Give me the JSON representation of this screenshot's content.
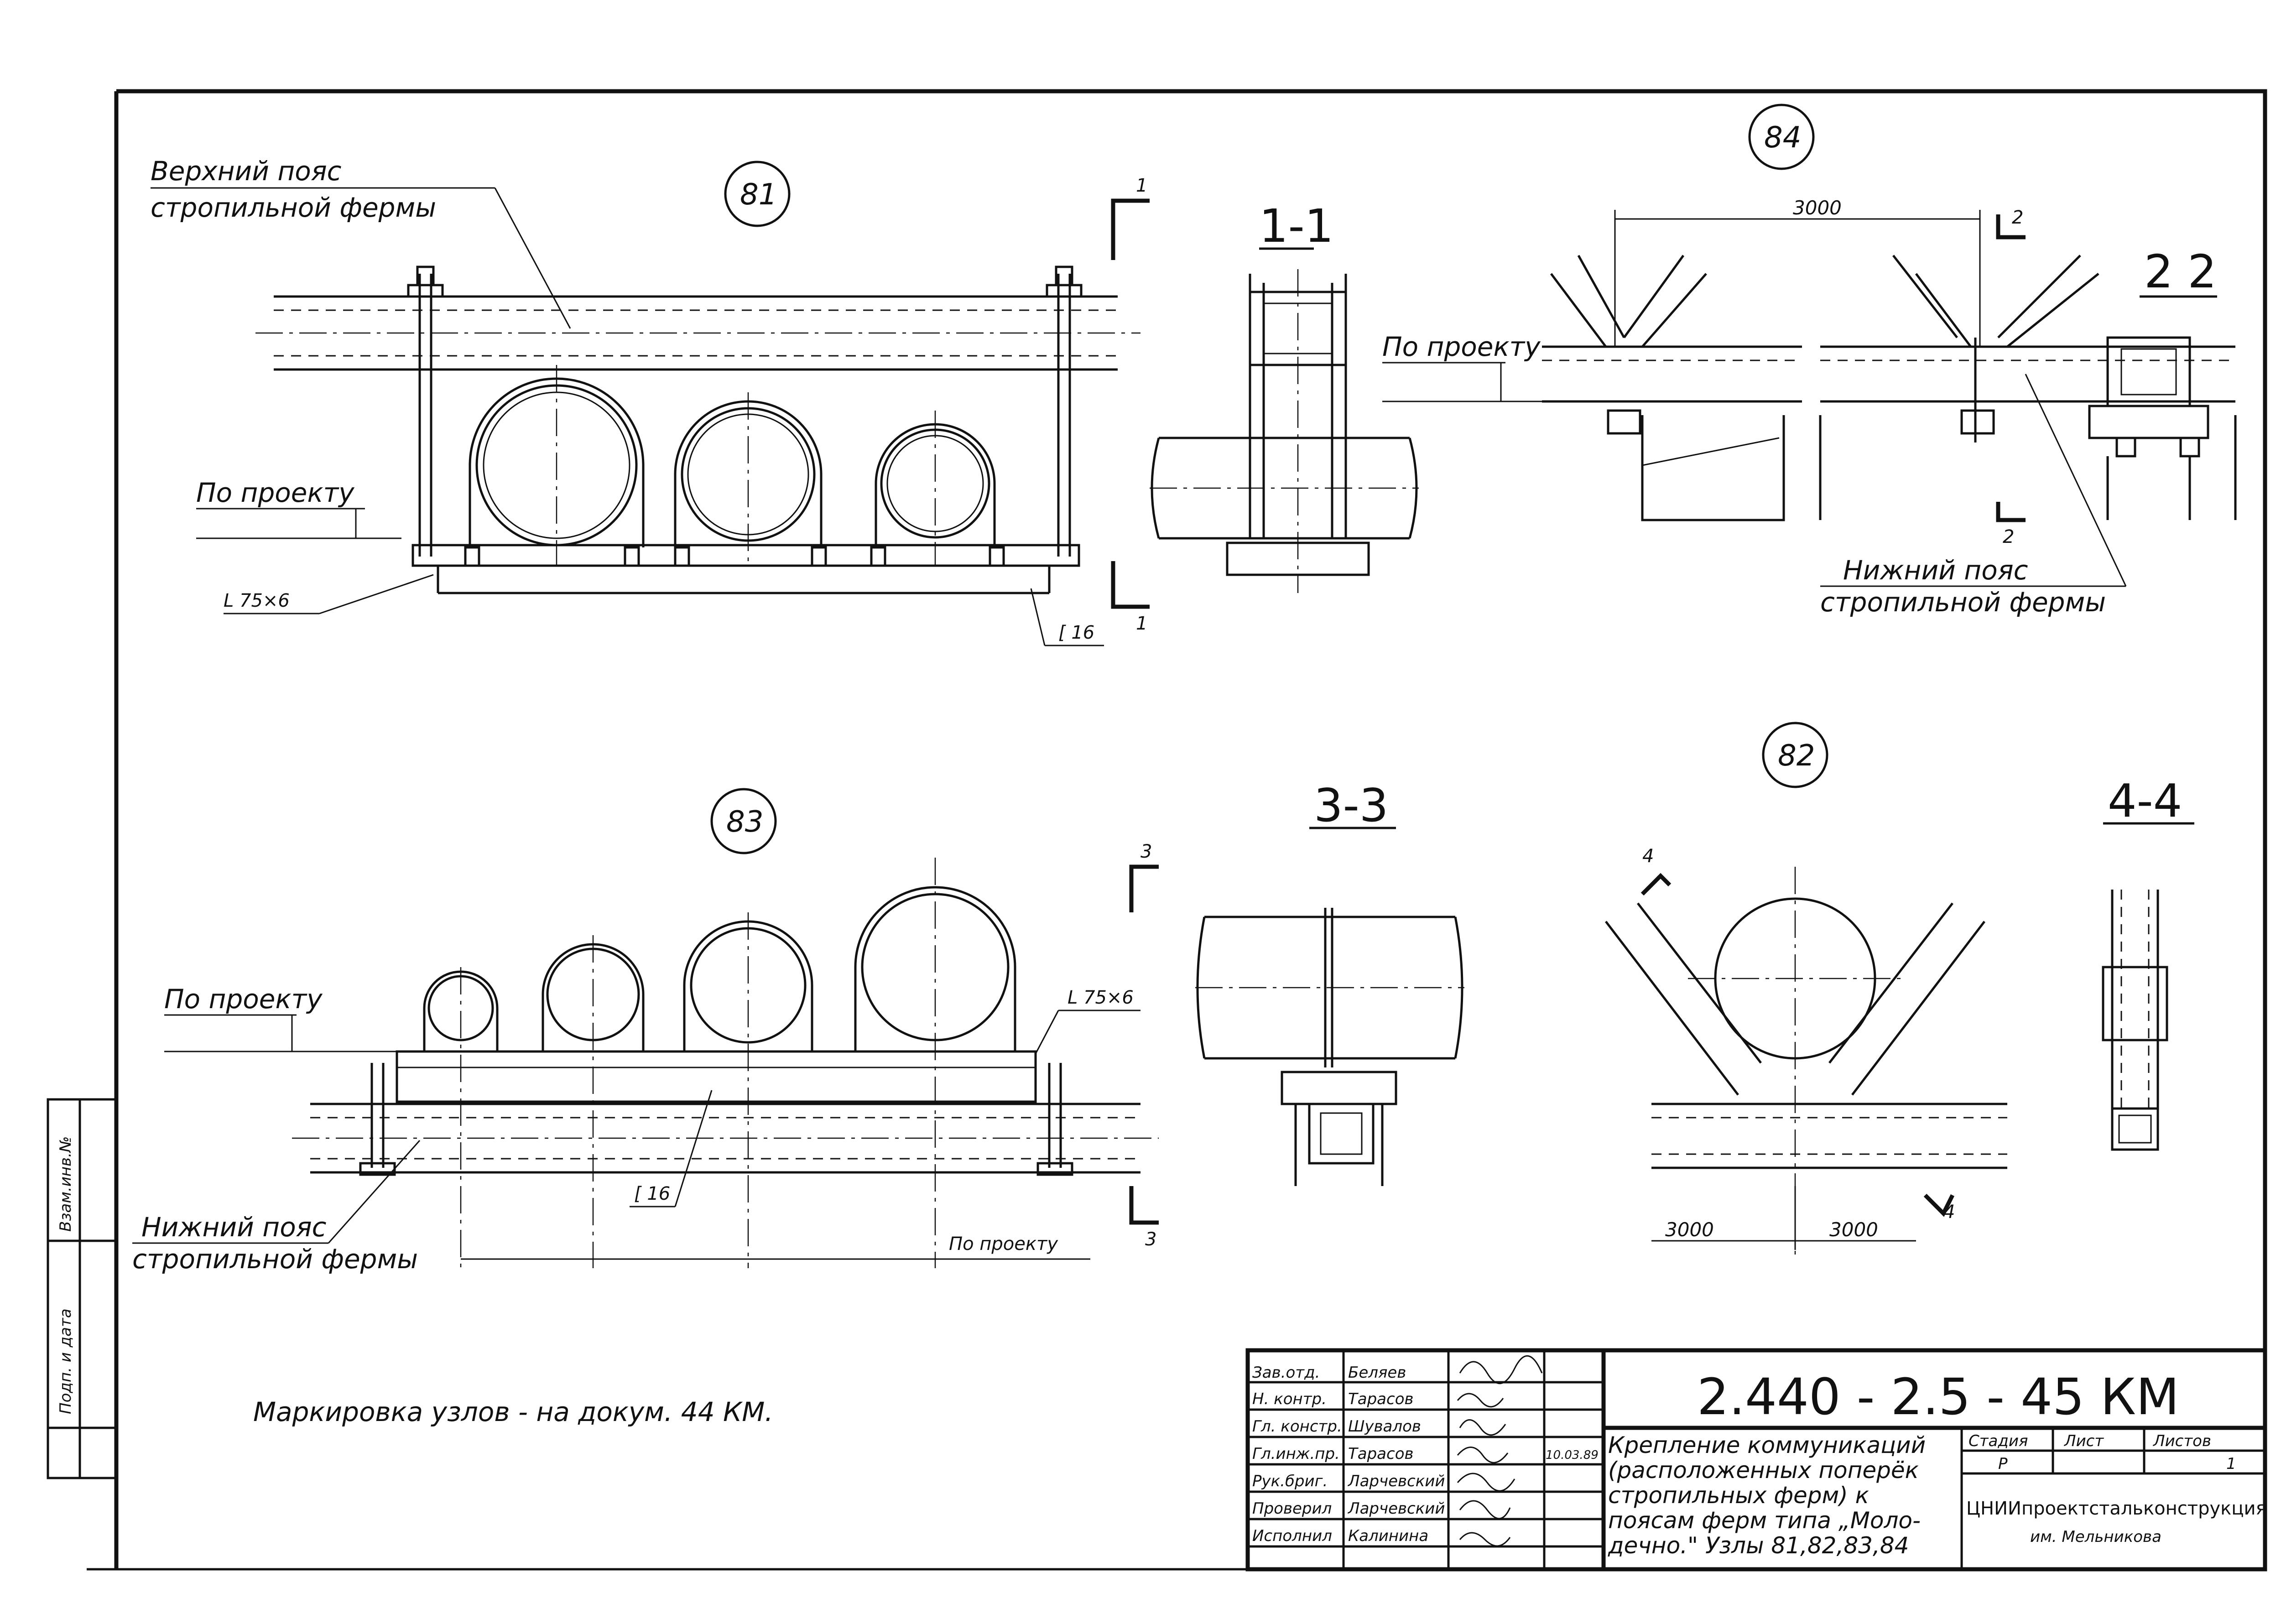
{
  "drawing": {
    "nodes": [
      "81",
      "82",
      "83",
      "84"
    ],
    "sections": {
      "s1": "1-1",
      "s2": "2 2",
      "s3": "3-3",
      "s4": "4-4"
    },
    "section_marks": {
      "m1": "1",
      "m2": "2",
      "m3": "3",
      "m4": "4"
    },
    "labels": {
      "top_chord_1": "Верхний пояс",
      "top_chord_2": "стропильной фермы",
      "bottom_chord_1": "Нижний пояс",
      "bottom_chord_2": "стропильной фермы",
      "per_project": "По проекту",
      "angle": "L 75×6",
      "channel": "[ 16",
      "dim_3000": "3000"
    },
    "note": "Маркировка узлов - на докум. 44 КМ."
  },
  "title_block": {
    "code": "2.440 - 2.5 - 45 КМ",
    "title_lines": [
      "Крепление коммуникаций",
      "(расположенных поперёк",
      "стропильных ферм) к",
      "поясам ферм типа „Моло-",
      "дечно.\" Узлы 81,82,83,84"
    ],
    "col_headers": [
      "Стадия",
      "Лист",
      "Листов"
    ],
    "col_values": [
      "Р",
      "",
      "1"
    ],
    "org_1": "ЦНИИпроектстальконструкция",
    "org_2": "им. Мельникова",
    "date": "10.03.89",
    "staff": [
      {
        "role": "Зав.отд.",
        "name": "Беляев"
      },
      {
        "role": "Н. контр.",
        "name": "Тарасов"
      },
      {
        "role": "Гл. констр.",
        "name": "Шувалов"
      },
      {
        "role": "Гл.инж.пр.",
        "name": "Тарасов"
      },
      {
        "role": "Рук.бриг.",
        "name": "Ларчевский"
      },
      {
        "role": "Проверил",
        "name": "Ларчевский"
      },
      {
        "role": "Исполнил",
        "name": "Калинина"
      }
    ]
  },
  "side_stamp": {
    "inv": "Взам.инв.№",
    "sign": "Подп. и дата"
  }
}
